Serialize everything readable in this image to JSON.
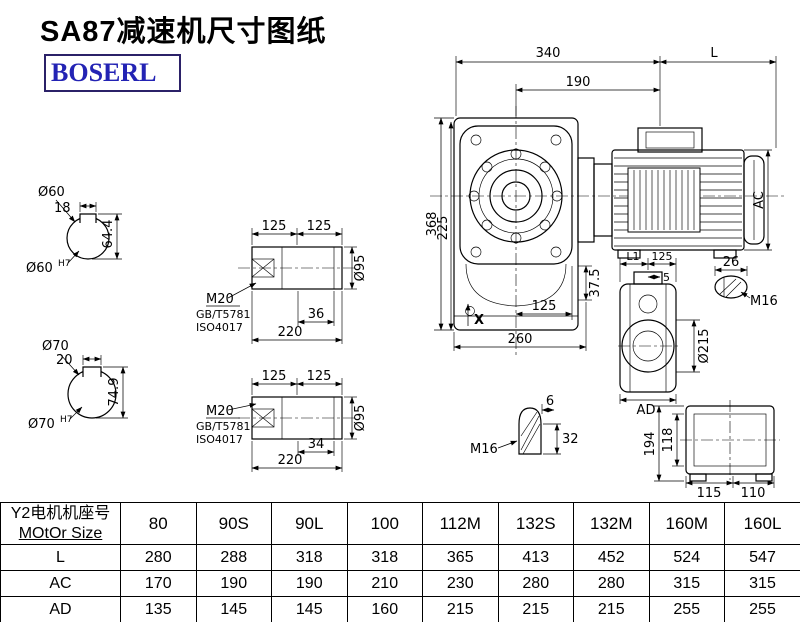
{
  "header": {
    "title": "SA87减速机尺寸图纸",
    "logo": "BOSERL"
  },
  "drawing": {
    "main_view": {
      "dim_340": "340",
      "dim_L": "L",
      "dim_190": "190",
      "dim_368": "368",
      "dim_225": "225",
      "dim_37_5": "37.5",
      "dim_125": "125",
      "dim_260": "260",
      "label_X": "X",
      "dim_AC": "AC"
    },
    "side_view": {
      "dim_L1": "L1",
      "dim_125": "125",
      "dim_5": "5",
      "dim_215": "Ø215",
      "label_AD": "AD"
    },
    "input_end": {
      "dim_26": "26",
      "thread": "M16"
    },
    "section60": {
      "label_dia": "Ø60",
      "dim_width": "18",
      "dim_height": "64.4",
      "label_dia_h7": "Ø60",
      "sup": "H7"
    },
    "section70": {
      "label_dia": "Ø70",
      "dim_width": "20",
      "dim_height": "74.9",
      "label_dia_h7": "Ø70",
      "sup": "H7"
    },
    "shaft1": {
      "dim_left": "125",
      "dim_right": "125",
      "thread": "M20",
      "std1": "GB/T5781",
      "std2": "ISO4017",
      "dim_thread_len": "36",
      "dim_length": "220",
      "dim_dia": "Ø95"
    },
    "shaft2": {
      "dim_left": "125",
      "dim_right": "125",
      "thread": "M20",
      "std1": "GB/T5781",
      "std2": "ISO4017",
      "dim_thread_len": "34",
      "dim_length": "220",
      "dim_dia": "Ø95"
    },
    "plug": {
      "dim_6": "6",
      "dim_32": "32",
      "thread": "M16"
    },
    "rear_view": {
      "dim_194": "194",
      "dim_118": "118",
      "dim_115": "115",
      "dim_110": "110"
    }
  },
  "table": {
    "row_header_line1": "Y2电机机座号",
    "row_header_line2": "MOtOr Size",
    "columns": [
      "80",
      "90S",
      "90L",
      "100",
      "112M",
      "132S",
      "132M",
      "160M",
      "160L"
    ],
    "rows": [
      {
        "label": "L",
        "values": [
          "280",
          "288",
          "318",
          "318",
          "365",
          "413",
          "452",
          "524",
          "547"
        ]
      },
      {
        "label": "AC",
        "values": [
          "170",
          "190",
          "190",
          "210",
          "230",
          "280",
          "280",
          "315",
          "315"
        ]
      },
      {
        "label": "AD",
        "values": [
          "135",
          "145",
          "145",
          "160",
          "215",
          "215",
          "215",
          "255",
          "255"
        ]
      }
    ]
  },
  "colors": {
    "line": "#000000",
    "logo_text": "#2323b4",
    "logo_border": "#2b2168",
    "background": "#ffffff"
  }
}
